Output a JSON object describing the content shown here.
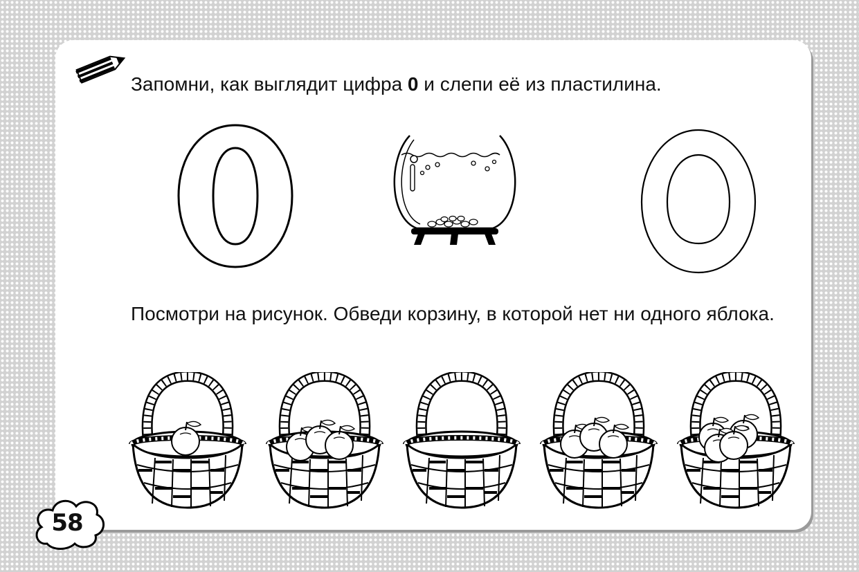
{
  "exercise_1": {
    "text_before": "Запомни, как выглядит цифра ",
    "digit": "0",
    "text_after": "  и слепи её из пластилина."
  },
  "exercise_2": {
    "text": "Посмотри на рисунок. Обведи корзину, в которой нет ни одного яблока."
  },
  "baskets": [
    {
      "apples": 1
    },
    {
      "apples": 3
    },
    {
      "apples": 0
    },
    {
      "apples": 3
    },
    {
      "apples": 4
    }
  ],
  "page_number": "58",
  "icons": [
    "pencil-icon",
    "fishbowl-icon",
    "basket-icon",
    "apple-icon"
  ]
}
